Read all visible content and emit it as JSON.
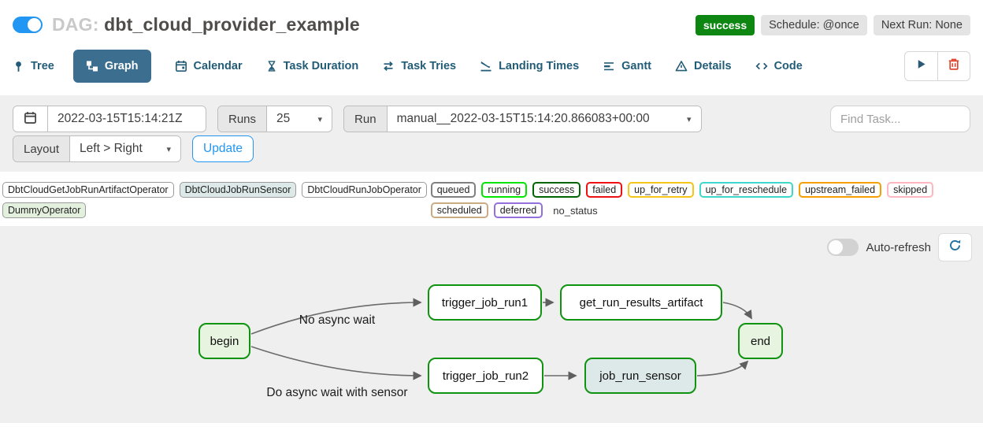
{
  "header": {
    "dag_toggle_on": true,
    "dag_prefix": "DAG:",
    "dag_name": "dbt_cloud_provider_example",
    "status_badge": "success",
    "schedule_badge": "Schedule: @once",
    "next_run_badge": "Next Run: None"
  },
  "tabs": [
    {
      "label": "Tree",
      "icon": "tree-pin-icon",
      "active": false
    },
    {
      "label": "Graph",
      "icon": "graph-icon",
      "active": true
    },
    {
      "label": "Calendar",
      "icon": "calendar-icon",
      "active": false
    },
    {
      "label": "Task Duration",
      "icon": "hourglass-icon",
      "active": false
    },
    {
      "label": "Task Tries",
      "icon": "repeat-icon",
      "active": false
    },
    {
      "label": "Landing Times",
      "icon": "plane-landing-icon",
      "active": false
    },
    {
      "label": "Gantt",
      "icon": "gantt-bars-icon",
      "active": false
    },
    {
      "label": "Details",
      "icon": "triangle-icon",
      "active": false
    },
    {
      "label": "Code",
      "icon": "code-icon",
      "active": false
    }
  ],
  "filters": {
    "date_value": "2022-03-15T15:14:21Z",
    "runs_label": "Runs",
    "runs_value": "25",
    "run_label": "Run",
    "run_value": "manual__2022-03-15T15:14:20.866083+00:00",
    "find_task_placeholder": "Find Task...",
    "layout_label": "Layout",
    "layout_value": "Left > Right",
    "update_button": "Update"
  },
  "legend": {
    "operators": [
      {
        "label": "DbtCloudGetJobRunArtifactOperator",
        "fill": "#ffffff"
      },
      {
        "label": "DbtCloudJobRunSensor",
        "fill": "#dce9e8"
      },
      {
        "label": "DbtCloudRunJobOperator",
        "fill": "#ffffff"
      },
      {
        "label": "DummyOperator",
        "fill": "#e4f0de"
      }
    ],
    "statuses": [
      {
        "label": "queued",
        "color": "#808080"
      },
      {
        "label": "running",
        "color": "#00e400"
      },
      {
        "label": "success",
        "color": "#006400"
      },
      {
        "label": "failed",
        "color": "#ee1111"
      },
      {
        "label": "up_for_retry",
        "color": "#f5c518"
      },
      {
        "label": "up_for_reschedule",
        "color": "#3fd6cc"
      },
      {
        "label": "upstream_failed",
        "color": "#f5a000"
      },
      {
        "label": "skipped",
        "color": "#ffb6c1"
      },
      {
        "label": "scheduled",
        "color": "#c9ab84"
      },
      {
        "label": "deferred",
        "color": "#9370db"
      },
      {
        "label": "no_status",
        "color": "none"
      }
    ]
  },
  "graph": {
    "auto_refresh_label": "Auto-refresh",
    "auto_refresh_on": false,
    "nodes": [
      {
        "id": "begin",
        "label": "begin",
        "state": "success",
        "operator": "DummyOperator"
      },
      {
        "id": "trigger_job_run1",
        "label": "trigger_job_run1",
        "state": "success",
        "operator": "DbtCloudRunJobOperator"
      },
      {
        "id": "get_run_results_artifact",
        "label": "get_run_results_artifact",
        "state": "success",
        "operator": "DbtCloudGetJobRunArtifactOperator"
      },
      {
        "id": "end",
        "label": "end",
        "state": "success",
        "operator": "DummyOperator"
      },
      {
        "id": "trigger_job_run2",
        "label": "trigger_job_run2",
        "state": "success",
        "operator": "DbtCloudRunJobOperator"
      },
      {
        "id": "job_run_sensor",
        "label": "job_run_sensor",
        "state": "success",
        "operator": "DbtCloudJobRunSensor"
      }
    ],
    "edge_labels": [
      {
        "text": "No async wait"
      },
      {
        "text": "Do async wait with sensor"
      }
    ]
  },
  "colors": {
    "accent_blue": "#2196f3",
    "tab_navy": "#235c77",
    "tab_active_bg": "#3b6e8f",
    "success_badge_green": "#0e8612",
    "node_border_green": "#119312",
    "trash_red": "#e0462f",
    "panel_gray": "#efefef"
  }
}
